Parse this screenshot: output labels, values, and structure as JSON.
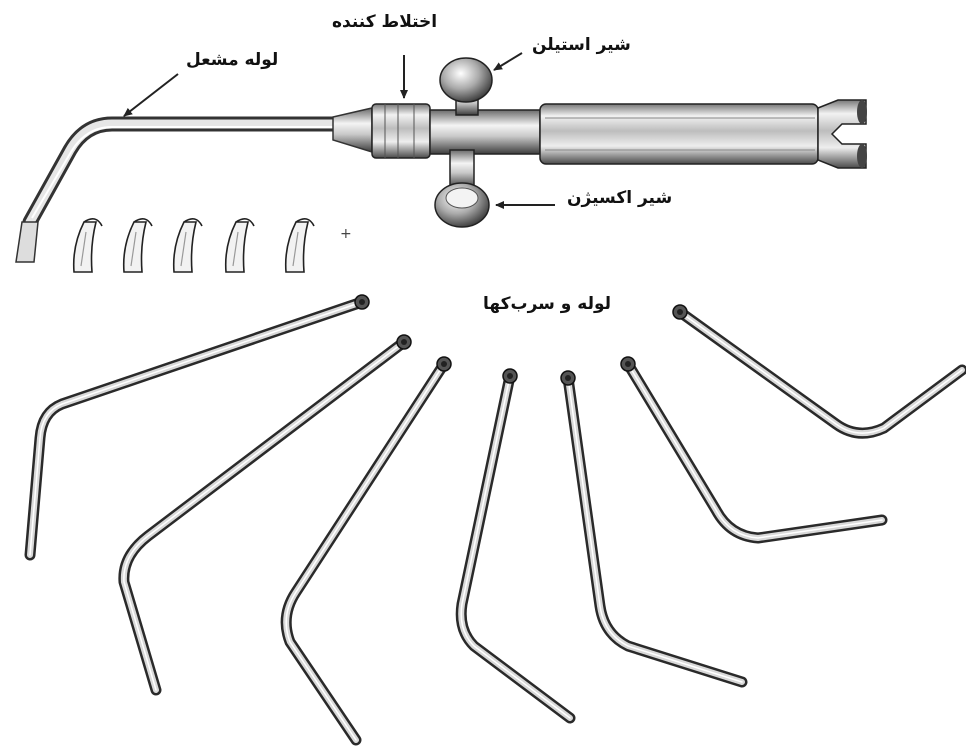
{
  "labels": {
    "mixer": "اختلاط کننده",
    "torch_tube": "لوله مشعل",
    "acetylene_valve": "شیر استیلن",
    "oxygen_valve": "شیر اکسیژن",
    "tubes_and_tips": "لوله و سرب‌کها"
  },
  "colors": {
    "metal_light": "#e8e8e8",
    "metal_mid": "#b0b0b0",
    "metal_dark": "#555555",
    "outline": "#222222",
    "text": "#111111"
  }
}
